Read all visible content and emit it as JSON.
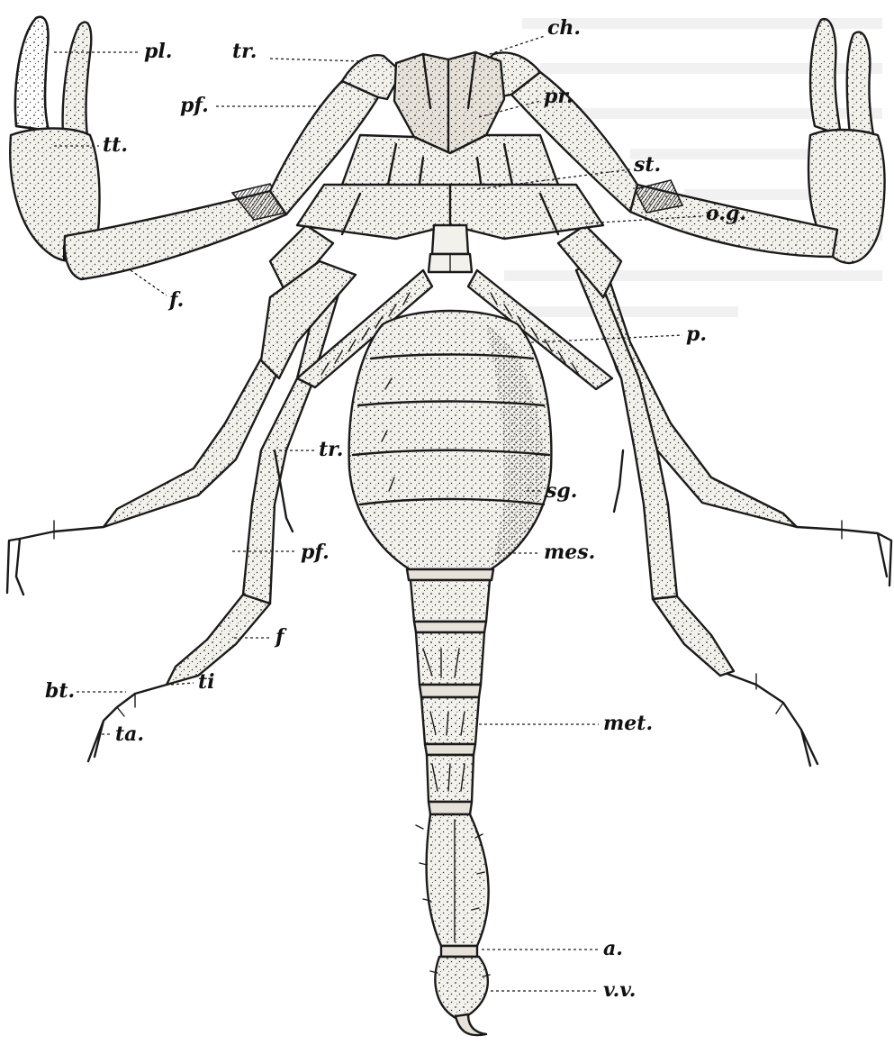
{
  "figure": {
    "labels": [
      {
        "id": "pl",
        "text": "pl."
      },
      {
        "id": "tr-top",
        "text": "tr."
      },
      {
        "id": "ch",
        "text": "ch."
      },
      {
        "id": "pf-top",
        "text": "pf."
      },
      {
        "id": "pr",
        "text": "pr."
      },
      {
        "id": "tt",
        "text": "tt."
      },
      {
        "id": "st",
        "text": "st."
      },
      {
        "id": "og",
        "text": "o.g."
      },
      {
        "id": "f-top",
        "text": "f."
      },
      {
        "id": "p",
        "text": "p."
      },
      {
        "id": "tr-leg",
        "text": "tr."
      },
      {
        "id": "sg",
        "text": "sg."
      },
      {
        "id": "pf-leg",
        "text": "pf."
      },
      {
        "id": "mes",
        "text": "mes."
      },
      {
        "id": "f-leg",
        "text": "f"
      },
      {
        "id": "bt",
        "text": "bt."
      },
      {
        "id": "ti",
        "text": "ti"
      },
      {
        "id": "ta",
        "text": "ta."
      },
      {
        "id": "met",
        "text": "met."
      },
      {
        "id": "a",
        "text": "a."
      },
      {
        "id": "vv",
        "text": "v.v."
      }
    ],
    "ink_color": "#1a1a1a",
    "paper_color": "#ffffff"
  }
}
